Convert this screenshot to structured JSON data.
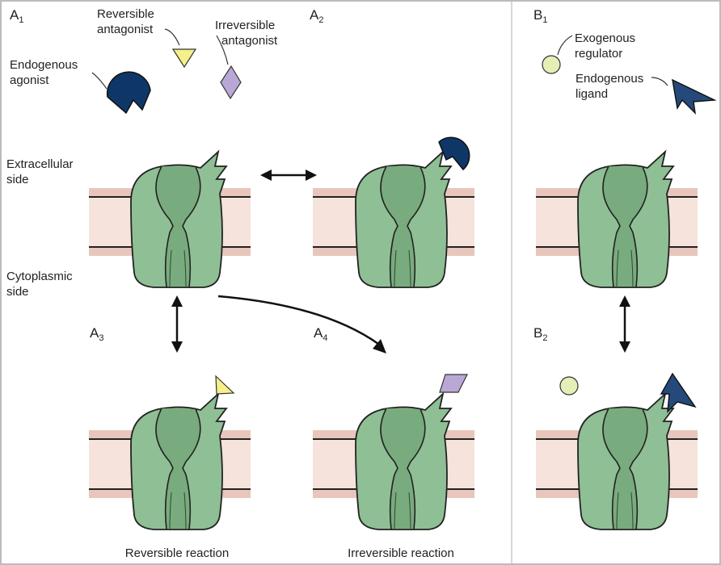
{
  "panels": {
    "a1": {
      "letter": "A",
      "sub": "1"
    },
    "a2": {
      "letter": "A",
      "sub": "2"
    },
    "a3": {
      "letter": "A",
      "sub": "3"
    },
    "a4": {
      "letter": "A",
      "sub": "4"
    },
    "b1": {
      "letter": "B",
      "sub": "1"
    },
    "b2": {
      "letter": "B",
      "sub": "2"
    }
  },
  "legend": {
    "endogenous_agonist": [
      "Endogenous",
      "agonist"
    ],
    "reversible_antagonist": [
      "Reversible",
      "antagonist"
    ],
    "irreversible_antagonist": [
      "Irreversible",
      "antagonist"
    ],
    "exogenous_regulator": [
      "Exogenous",
      "regulator"
    ],
    "endogenous_ligand": [
      "Endogenous",
      "ligand"
    ]
  },
  "sides": {
    "extracellular": [
      "Extracellular",
      "side"
    ],
    "cytoplasmic": [
      "Cytoplasmic",
      "side"
    ]
  },
  "captions": {
    "reversible": "Reversible reaction",
    "irreversible": "Irreversible reaction"
  },
  "colors": {
    "receptor": "#8fbf94",
    "receptor_channel": "#6e9f73",
    "membrane_fill": "#f5e3dc",
    "membrane_edge": "#d2a79c",
    "agonist": "#0e3768",
    "reversible_antagonist": "#f5f08a",
    "irreversible_antagonist": "#b9a8d6",
    "exogenous_regulator": "#e3efb6",
    "endogenous_ligand": "#24497a"
  }
}
